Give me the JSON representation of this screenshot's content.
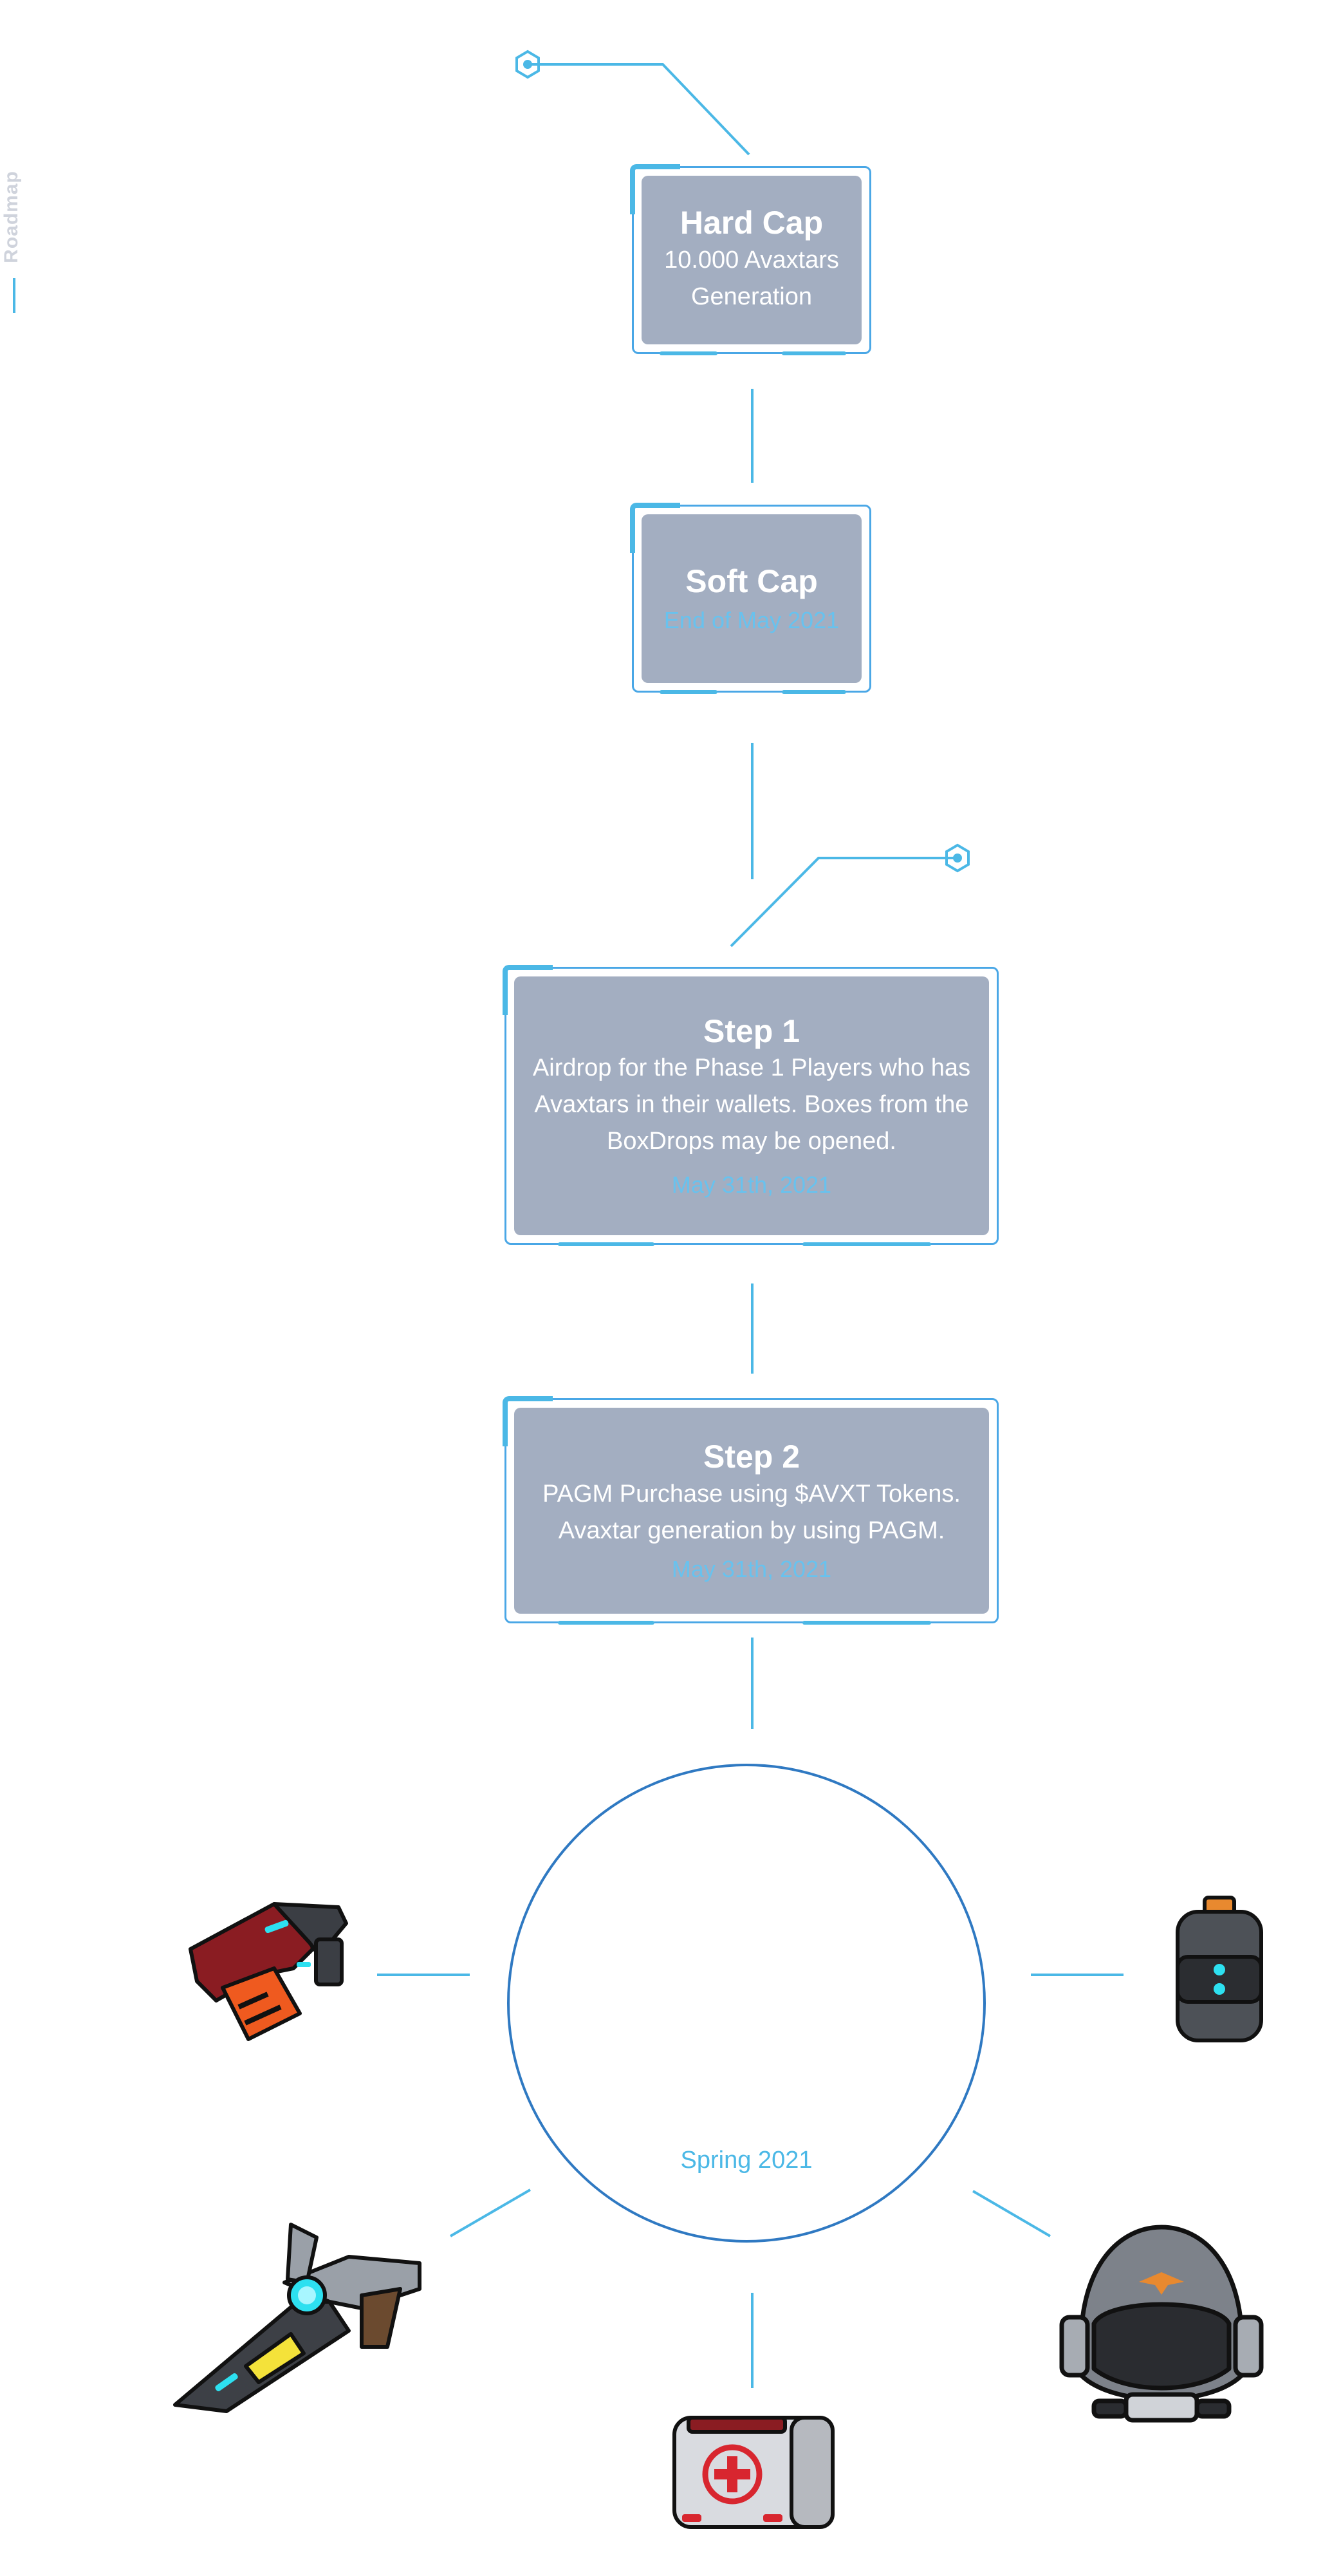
{
  "side": {
    "label": "Roadmap"
  },
  "milestones": [
    {
      "title": "Hard Cap",
      "desc": "10.000 Avaxtars Generation",
      "date": ""
    },
    {
      "title": "Soft Cap",
      "desc": "",
      "date": "End of May 2021"
    },
    {
      "title": "Step 1",
      "desc": "Airdrop for the Phase 1 Players who has Avaxtars in their wallets. Boxes from the BoxDrops may be opened.",
      "date": "May 31th, 2021"
    },
    {
      "title": "Step 2",
      "desc": "PAGM Purchase using $AVXT Tokens. Avaxtar generation by using PAGM.",
      "date": "May 31th, 2021"
    }
  ],
  "phase": {
    "label": "Spring 2021"
  },
  "items": [
    {
      "icon": "blaster-pistol-icon"
    },
    {
      "icon": "canister-icon"
    },
    {
      "icon": "plasma-rifle-icon"
    },
    {
      "icon": "helmet-icon"
    },
    {
      "icon": "medkit-icon"
    }
  ],
  "colors": {
    "accent": "#4bb8e6",
    "card": "#a3aec1",
    "circle": "#2f79c2"
  }
}
